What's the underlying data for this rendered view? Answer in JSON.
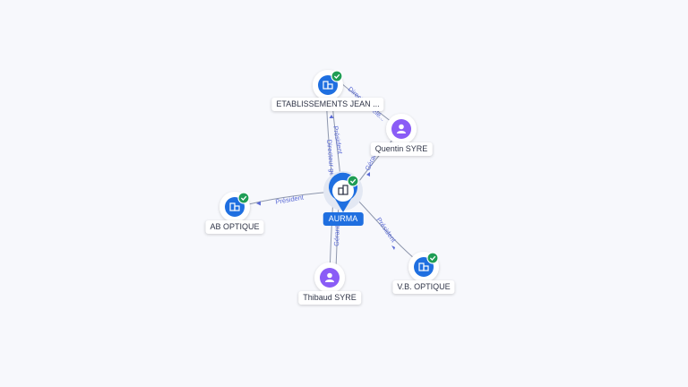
{
  "nodes": {
    "center": {
      "label": "AURMA",
      "verified": true
    },
    "etab": {
      "label": "ETABLISSEMENTS JEAN ...",
      "verified": true
    },
    "quentin": {
      "label": "Quentin SYRE"
    },
    "ab": {
      "label": "AB OPTIQUE",
      "verified": true
    },
    "thibaud": {
      "label": "Thibaud SYRE"
    },
    "vb": {
      "label": "V.B. OPTIQUE",
      "verified": true
    }
  },
  "edges": {
    "president_etab": "Président",
    "directeur_etab": "Directeur gé...",
    "gerant_quentin": "Gérant",
    "directeur_quentin": "Directeur délé...",
    "president_ab": "Président",
    "gerant_thibaud": "Gérant",
    "president_vb": "Président"
  },
  "colors": {
    "company": "#1f6fe0",
    "person": "#8a5cf6",
    "verified": "#1f9d55",
    "edge": "#8e97ad",
    "edge_label": "#5b6bd6"
  },
  "icons": {
    "company": "building-icon",
    "person": "person-icon",
    "verified": "check-badge-icon"
  }
}
